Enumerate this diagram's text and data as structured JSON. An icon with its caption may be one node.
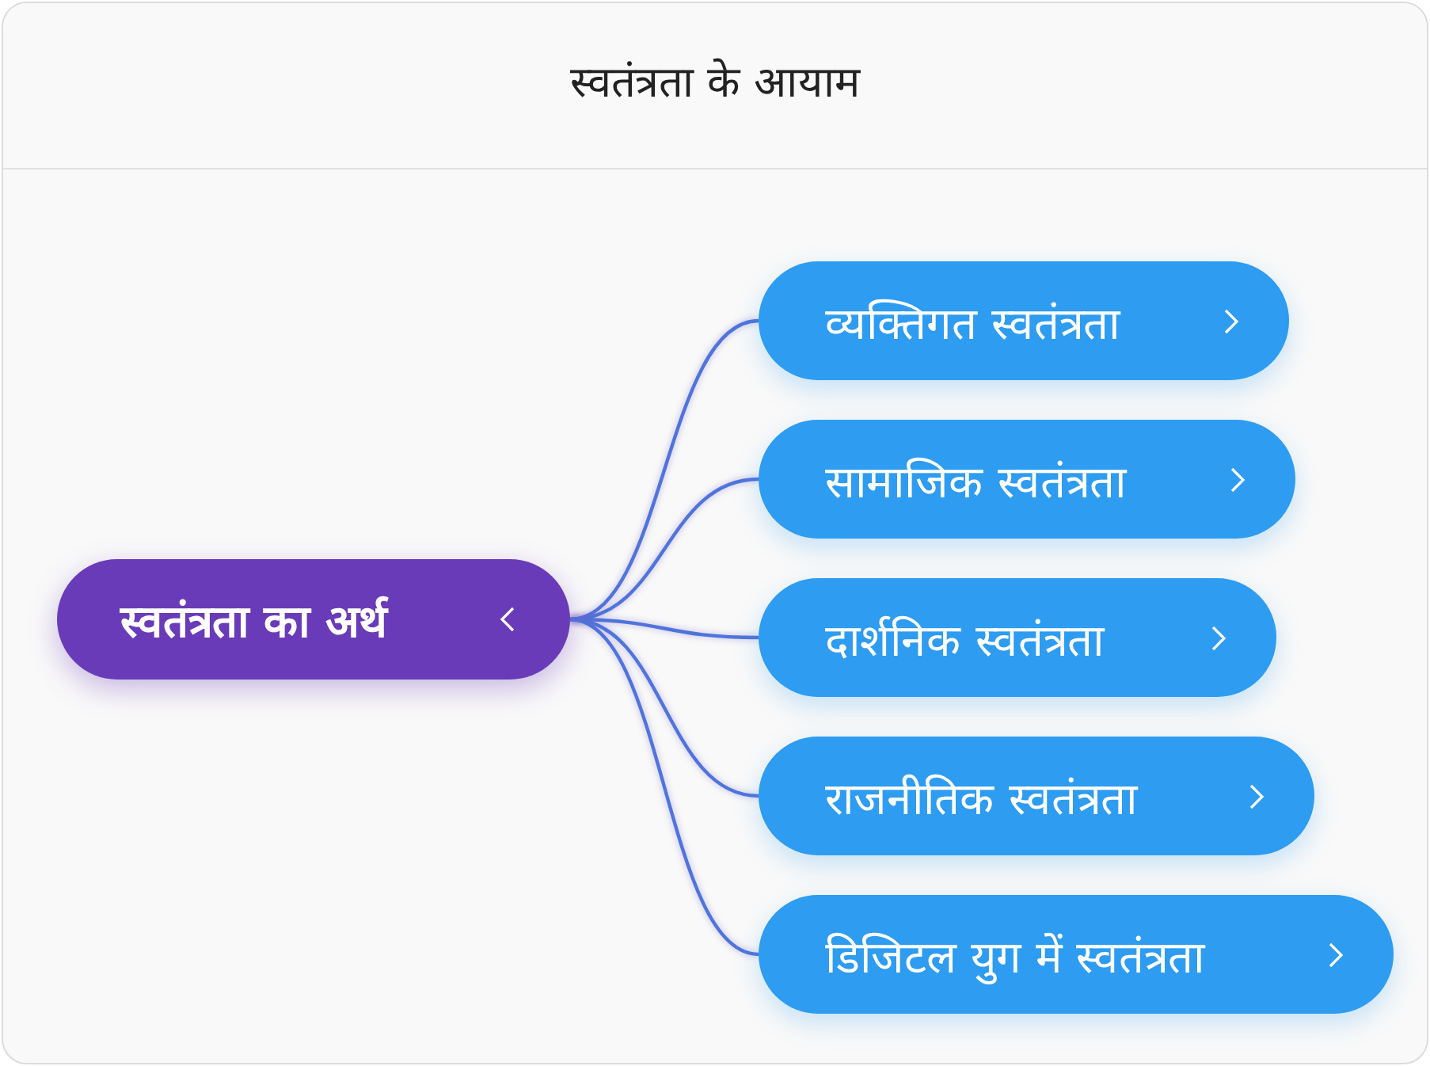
{
  "diagram": {
    "title": "स्वतंत्रता के आयाम",
    "nodes": [
      {
        "text": [
          "स्वतंत्रता का अर्थ"
        ]
      },
      {
        "text": [
          "व्यक्तिगत स्वतंत्रता"
        ]
      },
      {
        "text": [
          "सामाजिक स्वतंत्रता"
        ]
      },
      {
        "text": [
          "दार्शनिक स्वतंत्रता"
        ]
      },
      {
        "text": [
          "राजनीतिक स्वतंत्रता"
        ]
      },
      {
        "text": [
          "डिजिटल युग में स्वतंत्रता"
        ]
      }
    ],
    "edges": [
      {
        "from": 0,
        "to": 1,
        "arrow": "none"
      },
      {
        "from": 0,
        "to": 2,
        "arrow": "none"
      },
      {
        "from": 0,
        "to": 3,
        "arrow": "none"
      },
      {
        "from": 0,
        "to": 4,
        "arrow": "none"
      },
      {
        "from": 0,
        "to": 5,
        "arrow": "none"
      }
    ]
  }
}
